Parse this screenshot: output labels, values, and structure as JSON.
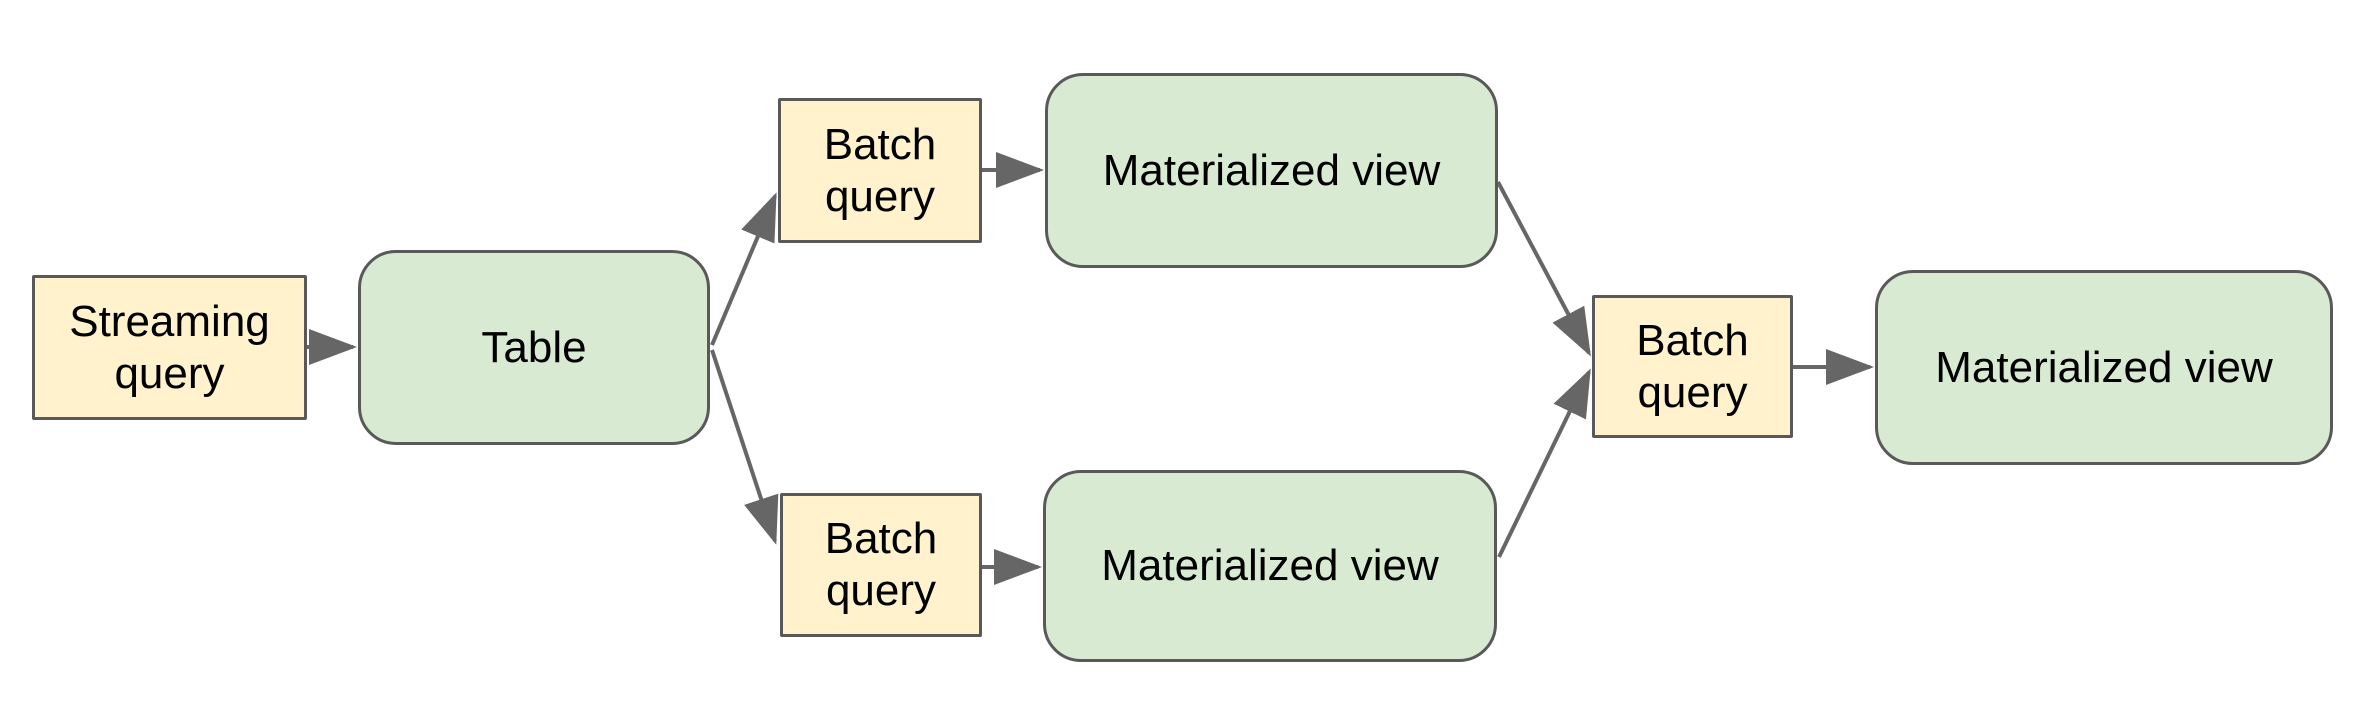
{
  "diagram": {
    "nodes": [
      {
        "id": "streaming-query",
        "label": "Streaming\nquery",
        "fill": "#fff2cc"
      },
      {
        "id": "table",
        "label": "Table",
        "fill": "#d9ead3"
      },
      {
        "id": "batch-query-top",
        "label": "Batch\nquery",
        "fill": "#fff2cc"
      },
      {
        "id": "materialized-view-top",
        "label": "Materialized view",
        "fill": "#d9ead3"
      },
      {
        "id": "batch-query-bottom",
        "label": "Batch\nquery",
        "fill": "#fff2cc"
      },
      {
        "id": "materialized-view-bottom",
        "label": "Materialized view",
        "fill": "#d9ead3"
      },
      {
        "id": "batch-query-right",
        "label": "Batch\nquery",
        "fill": "#fff2cc"
      },
      {
        "id": "materialized-view-final",
        "label": "Materialized view",
        "fill": "#d9ead3"
      }
    ],
    "edges": [
      {
        "from": "streaming-query",
        "to": "table"
      },
      {
        "from": "table",
        "to": "batch-query-top"
      },
      {
        "from": "table",
        "to": "batch-query-bottom"
      },
      {
        "from": "batch-query-top",
        "to": "materialized-view-top"
      },
      {
        "from": "batch-query-bottom",
        "to": "materialized-view-bottom"
      },
      {
        "from": "materialized-view-top",
        "to": "batch-query-right"
      },
      {
        "from": "materialized-view-bottom",
        "to": "batch-query-right"
      },
      {
        "from": "batch-query-right",
        "to": "materialized-view-final"
      }
    ],
    "colors": {
      "query_fill": "#fff2cc",
      "table_view_fill": "#d9ead3",
      "node_border": "#595959",
      "connector": "#666666",
      "text": "#000000",
      "background": "#ffffff"
    }
  }
}
